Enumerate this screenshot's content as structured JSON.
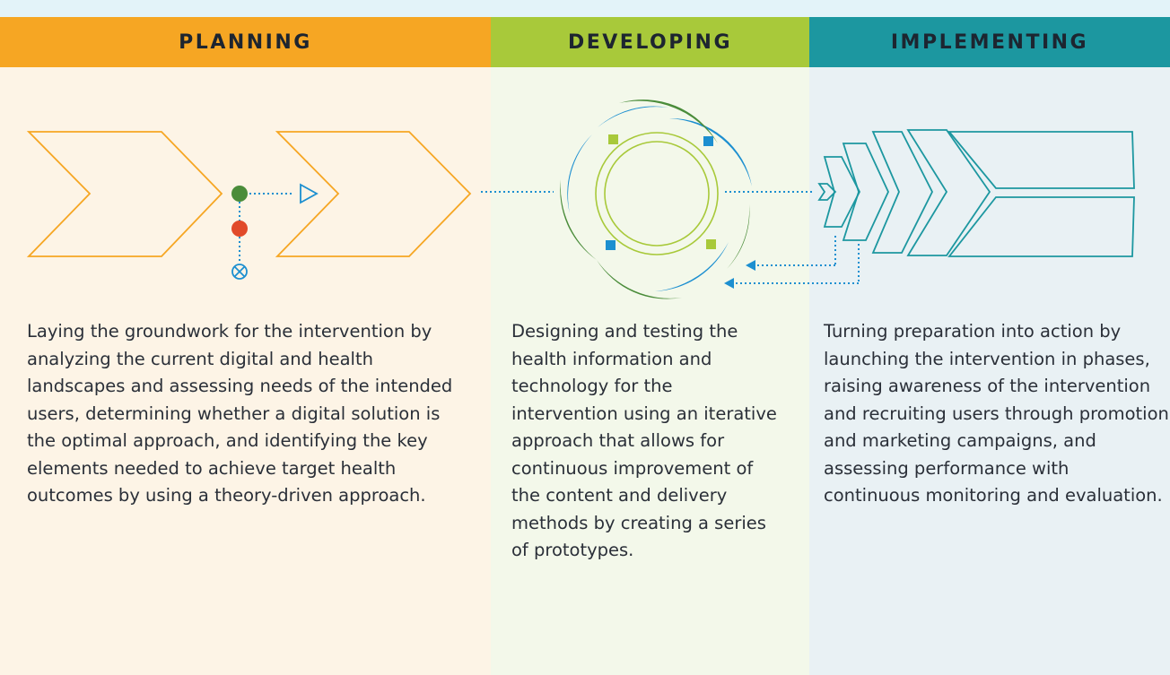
{
  "stages": [
    {
      "title": "PLANNING",
      "description": "Laying the groundwork for the intervention by analyzing the current digital and health landscapes and assessing needs of the intended users, determining whether a digital solution is the optimal approach, and identifying the key elements needed to achieve target health outcomes by using a theory-driven approach.",
      "color": "#f6a623"
    },
    {
      "title": "DEVELOPING",
      "description": "Designing and testing the health information and technology for the intervention using an iterative approach that allows for continuous improvement of the content and delivery methods by creating a series of prototypes.",
      "color": "#a8c93a"
    },
    {
      "title": "IMPLEMENTING",
      "description": "Turning preparation into action by launching the intervention in phases, raising awareness of the intervention and recruiting users through promotion and marketing campaigns, and assessing performance with continuous monitoring and evaluation.",
      "color": "#1c97a0"
    }
  ],
  "icons": {
    "planning": "chevron-flow-with-decision-icon",
    "developing": "iterative-cycle-icon",
    "implementing": "expanding-chevrons-icon"
  }
}
